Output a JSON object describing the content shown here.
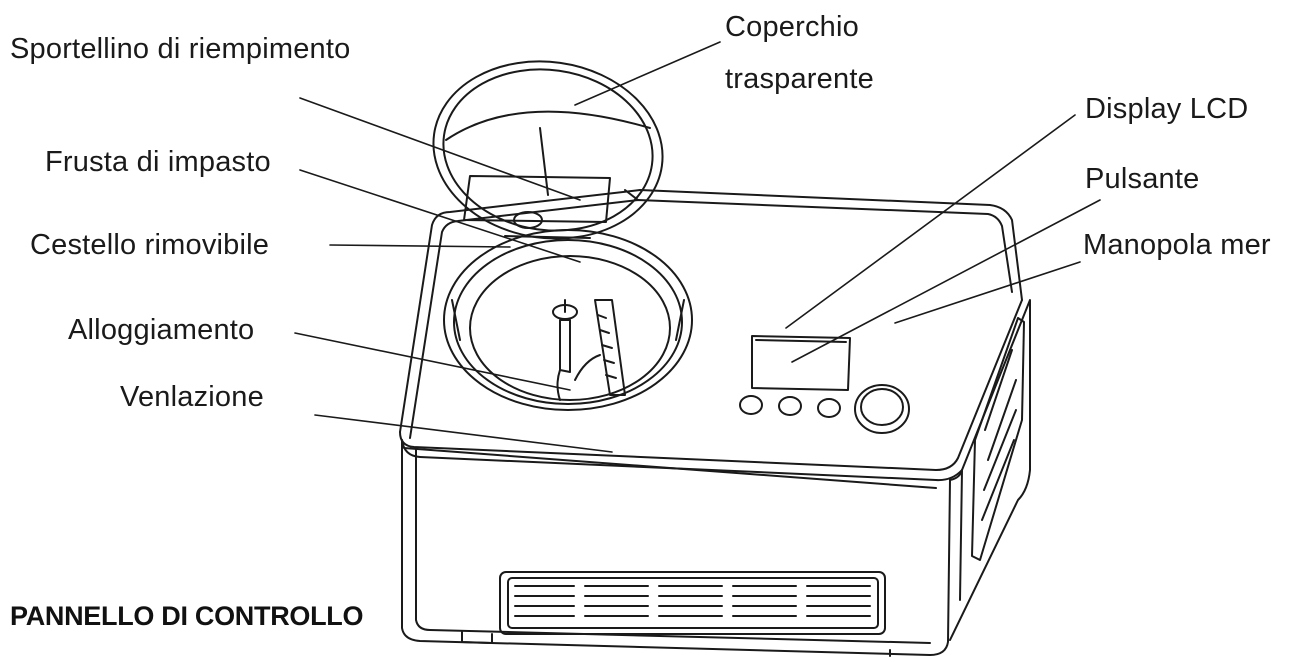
{
  "labels": {
    "filling_door": "Sportellino di  riempimento",
    "transparent_lid_line1": "Coperchio",
    "transparent_lid_line2": "trasparente",
    "kneading_paddle": "Frusta di impasto",
    "removable_bowl": "Cestello rimovibile",
    "housing": "Alloggiamento",
    "ventilation": "Venlazione",
    "lcd_display": "Display LCD",
    "button": "Pulsante",
    "knob": "Manopola mer"
  },
  "title": "PANNELLO DI CONTROLLO",
  "colors": {
    "ink": "#1a1a1a",
    "background": "#ffffff"
  }
}
